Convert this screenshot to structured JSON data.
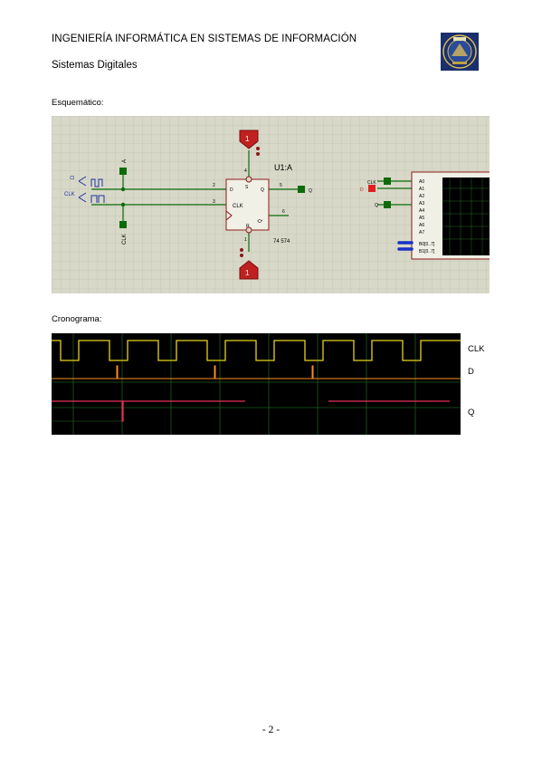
{
  "header": {
    "title": "INGENIERÍA INFORMÁTICA EN SISTEMAS DE INFORMACIÓN",
    "subtitle": "Sistemas Digitales",
    "logo_icon": "university-seal-icon"
  },
  "sections": {
    "schematic_label": "Esquemático:",
    "chronogram_label": "Cronograma:"
  },
  "schematic": {
    "generator_d_label": "D",
    "generator_clk_label": "CLK",
    "probe_a_label": "A",
    "probe_clk_label": "CLK",
    "part_ref": "U1:A",
    "part_name": "74 574",
    "pin_s": "S",
    "pin_d": "D",
    "pin_clk": "CLK",
    "pin_q": "Q",
    "pin_qn": "Q̄",
    "pin_r": "R",
    "pin_num_4": "4",
    "pin_num_2": "2",
    "pin_num_3": "3",
    "pin_num_5": "5",
    "pin_num_6": "6",
    "pin_num_1": "1",
    "out_label": "Q",
    "power_label": "1",
    "la_inputs": [
      "A0",
      "A1",
      "A2",
      "A3",
      "A4",
      "A5",
      "A6",
      "A7",
      "B0[0..7]",
      "B1[0..7]"
    ],
    "la_clk_label": "CLK",
    "la_d_label": "D",
    "la_q_label": "Q",
    "colors": {
      "wire": "#0b6b0b",
      "part": "#8b1a1a",
      "background": "#d8d8c8"
    }
  },
  "chronogram": {
    "signals": [
      "CLK",
      "D",
      "Q"
    ],
    "colors": {
      "clk": "#e8d21e",
      "d": "#ff8c1a",
      "q": "#e8305a",
      "grid": "#1e5a1e",
      "background": "#000000"
    }
  },
  "footer": {
    "page": "- 2 -"
  }
}
